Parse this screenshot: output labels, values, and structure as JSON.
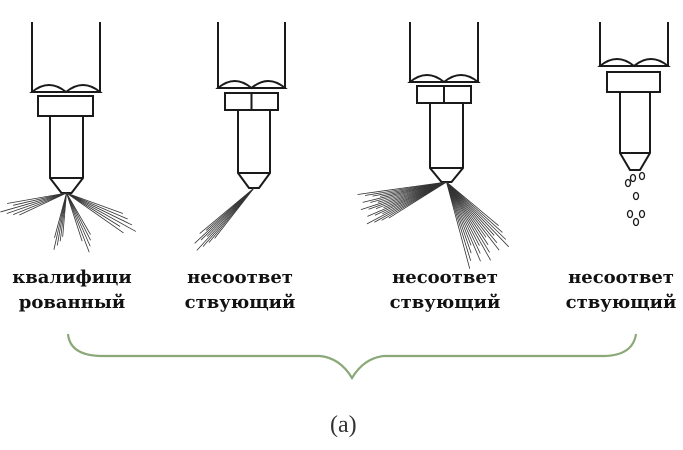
{
  "nozzles": [
    {
      "line1": "квалифици",
      "line2": "рованный",
      "spray": "even-fan"
    },
    {
      "line1": "несоответ",
      "line2": "ствующий",
      "spray": "one-sided"
    },
    {
      "line1": "несоответ",
      "line2": "ствующий",
      "spray": "wide"
    },
    {
      "line1": "несоответ",
      "line2": "ствующий",
      "spray": "dripping"
    }
  ],
  "caption": "(a)",
  "colors": {
    "ink": "#1a1a1a",
    "brace": "#8aa878"
  }
}
